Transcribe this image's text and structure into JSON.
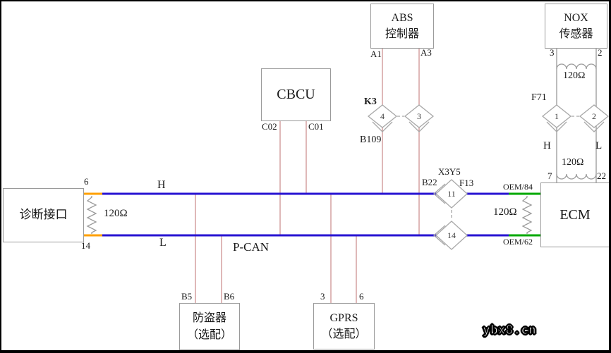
{
  "colors": {
    "bus": "#2713D2",
    "orange": "#FFA000",
    "green": "#00A800",
    "stub": "#CE9191",
    "graywire": "#979797",
    "symbol": "#A8A8A8",
    "boxborder": "#9a9a9a"
  },
  "bus": {
    "name": "P-CAN",
    "high_label": "H",
    "low_label": "L"
  },
  "nodes": {
    "diagnostic": {
      "label": "诊断接口",
      "pin_top": "6",
      "pin_bottom": "14",
      "resistor": "120Ω"
    },
    "cbcu": {
      "label": "CBCU",
      "pin_left": "C02",
      "pin_right": "C01"
    },
    "abs": {
      "label_line1": "ABS",
      "label_line2": "控制器",
      "pin_left": "A1",
      "pin_right": "A3",
      "connector": {
        "name": "K3",
        "wire_label": "B109",
        "pin_left": "4",
        "pin_right": "3"
      }
    },
    "nox": {
      "label_line1": "NOX",
      "label_line2": "传感器",
      "pin_left": "3",
      "pin_right": "2",
      "resistor": "120Ω",
      "connector": {
        "name": "F71",
        "pin_left": "1",
        "pin_right": "2"
      },
      "wire_left": "H",
      "wire_right": "L"
    },
    "ecm": {
      "label": "ECM",
      "pin_left": "7",
      "pin_right": "22",
      "resistor_top": "120Ω",
      "resistor_bus": "120Ω",
      "wire_top": "OEM/84",
      "wire_bottom": "OEM/62"
    },
    "immobilizer": {
      "label_line1": "防盗器",
      "label_line2": "（选配）",
      "pin_left": "B5",
      "pin_right": "B6"
    },
    "gprs": {
      "label_line1": "GPRS",
      "label_line2": "（选配）",
      "pin_left": "3",
      "pin_right": "6"
    },
    "bus_connector": {
      "name": "X3Y5",
      "pin_h_left": "B22",
      "pin_h_right": "F13",
      "pin_h": "11",
      "pin_l": "14"
    }
  },
  "watermark": "ybx8.cn"
}
